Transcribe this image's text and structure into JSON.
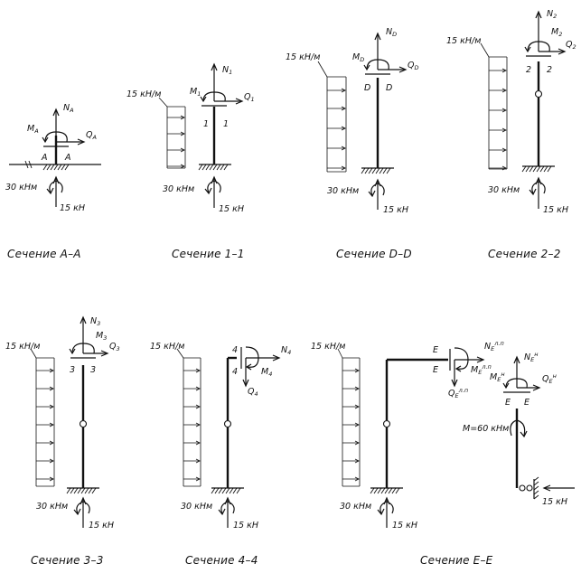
{
  "diagram": {
    "load_15": "15 кН",
    "moment_30": "30 кНм",
    "dist_load": "15 кН/м",
    "moment_60": "M=60 кНм",
    "panels": [
      {
        "caption": "Сечение A–A",
        "cut": "A",
        "N": "N",
        "N_sub": "A",
        "M": "M",
        "M_sub": "A",
        "Q": "Q",
        "Q_sub": "A"
      },
      {
        "caption": "Сечение 1–1",
        "cut": "1",
        "N": "N",
        "N_sub": "1",
        "M": "M",
        "M_sub": "1",
        "Q": "Q",
        "Q_sub": "1"
      },
      {
        "caption": "Сечение D–D",
        "cut": "D",
        "N": "N",
        "N_sub": "D",
        "M": "M",
        "M_sub": "D",
        "Q": "Q",
        "Q_sub": "D"
      },
      {
        "caption": "Сечение 2–2",
        "cut": "2",
        "N": "N",
        "N_sub": "2",
        "M": "M",
        "M_sub": "2",
        "Q": "Q",
        "Q_sub": "2"
      },
      {
        "caption": "Сечение 3–3",
        "cut": "3",
        "N": "N",
        "N_sub": "3",
        "M": "M",
        "M_sub": "3",
        "Q": "Q",
        "Q_sub": "3"
      },
      {
        "caption": "Сечение 4–4",
        "cut": "4",
        "N": "N",
        "N_sub": "4",
        "M": "M",
        "M_sub": "4",
        "Q": "Q",
        "Q_sub": "4"
      },
      {
        "caption": "Сечение E–E",
        "cut": "E",
        "N": "N",
        "N_sub": "E",
        "M": "M",
        "M_sub": "E",
        "Q": "Q",
        "Q_sub": "E",
        "N_left_sub": "E",
        "N_left_sup": "л.п",
        "M_left_sub": "E",
        "M_left_sup": "л.п",
        "Q_left_sub": "E",
        "Q_left_sup": "л.п",
        "N_right_sub": "E",
        "N_right_sup": "н",
        "M_right_sub": "E",
        "M_right_sup": "н",
        "Q_right_sub": "E",
        "Q_right_sup": "н"
      }
    ]
  }
}
